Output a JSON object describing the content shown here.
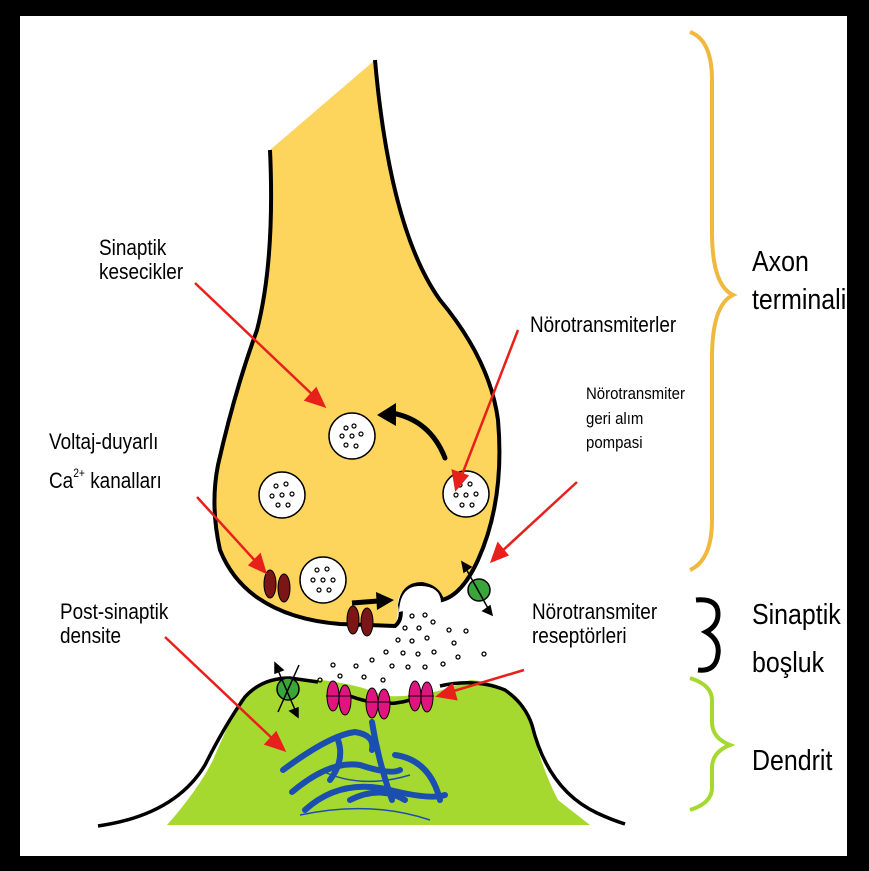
{
  "labels": {
    "synaptic_vesicles_1": "Sinaptik",
    "synaptic_vesicles_2": "kesecikler",
    "neurotransmitters": "Nörotransmiterler",
    "reuptake_1": "Nörotransmiter",
    "reuptake_2": "geri alım",
    "reuptake_3": "pompasi",
    "ca_channels_1": "Voltaj-duyarlı",
    "ca_prefix": "Ca",
    "ca_sup": "2+",
    "ca_suffix": " kanalları",
    "psd_1": "Post-sinaptik",
    "psd_2": "densite",
    "receptors_1": "Nörotransmiter",
    "receptors_2": "reseptörleri",
    "axon_1": "Axon",
    "axon_2": "terminali",
    "cleft_1": "Sinaptik",
    "cleft_2": "boşluk",
    "dendrite": "Dendrit"
  },
  "colors": {
    "axon_fill": "#fdd45c",
    "dendrite_fill": "#a6d930",
    "axon_brace": "#f0b83c",
    "cleft_brace": "#000000",
    "dendrite_brace": "#a6d930",
    "arrow": "#e8201c",
    "ca_channel": "#7b1516",
    "receptor": "#e0147e",
    "pump": "#3aa53a",
    "cytoskeleton": "#1a4fb0"
  }
}
